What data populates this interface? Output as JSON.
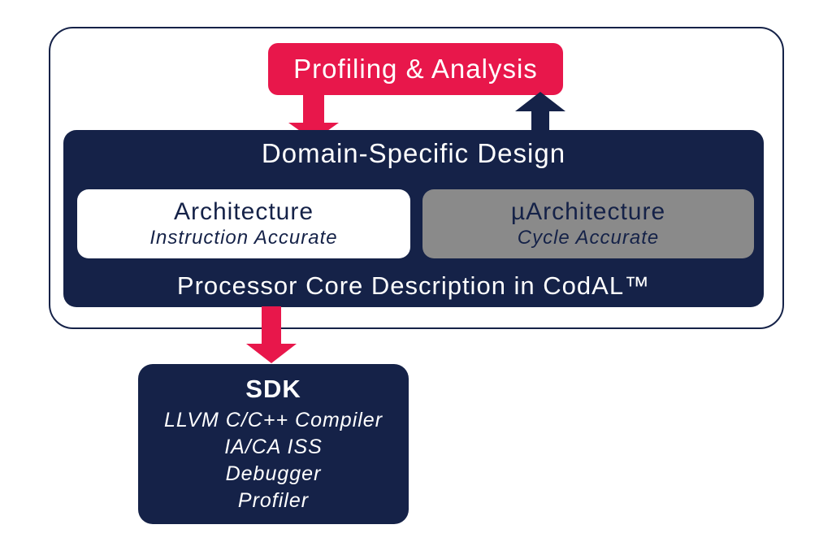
{
  "colors": {
    "navy": "#152248",
    "red": "#E8174B",
    "gray": "#8A8A8A",
    "white": "#FFFFFF"
  },
  "diagram": {
    "profiling_box": {
      "label": "Profiling & Analysis"
    },
    "domain_box": {
      "title": "Domain-Specific Design",
      "architecture_box": {
        "title": "Architecture",
        "subtitle": "Instruction Accurate"
      },
      "uarchitecture_box": {
        "title": "µArchitecture",
        "subtitle": "Cycle Accurate"
      },
      "footer": "Processor Core Description in CodAL™"
    },
    "sdk_box": {
      "title": "SDK",
      "items": [
        "LLVM C/C++ Compiler",
        "IA/CA ISS",
        "Debugger",
        "Profiler"
      ]
    }
  }
}
